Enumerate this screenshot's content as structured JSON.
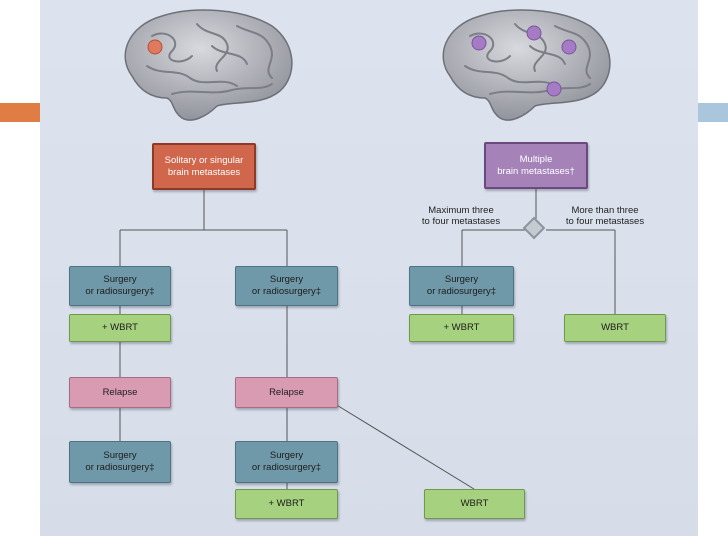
{
  "colors": {
    "accent_orange": "#e07d45",
    "accent_blue": "#a9c6dc",
    "panel": "#d9e0eb",
    "surgery_box": "#6f98a8",
    "wbrt_box": "#a6d17e",
    "relapse_box": "#d89bb2",
    "solitary_box": "#d0664c",
    "multiple_box": "#a583b9",
    "lesion_single": "#e07a5f",
    "lesion_multiple": "#a57bc6"
  },
  "icons": {
    "left_brain": "brain-with-single-lesion-icon",
    "right_brain": "brain-with-multiple-lesions-icon",
    "decision": "decision-diamond-icon"
  },
  "left": {
    "root": "Solitary or singular\nbrain metastases",
    "branch_a": {
      "surgery": "Surgery\nor radiosurgery‡",
      "wbrt": "+ WBRT",
      "relapse": "Relapse",
      "after_relapse": "Surgery\nor radiosurgery‡"
    },
    "branch_b": {
      "surgery": "Surgery\nor radiosurgery‡",
      "relapse": "Relapse",
      "after_relapse": "Surgery\nor radiosurgery‡",
      "after_relapse_wbrt": "+ WBRT",
      "alt_wbrt": "WBRT"
    }
  },
  "right": {
    "root": "Multiple\nbrain metastases†",
    "decision_left": "Maximum three\nto four metastases",
    "decision_right": "More than three\nto four metastases",
    "surgery": "Surgery\nor radiosurgery‡",
    "wbrt": "+ WBRT",
    "wbrt_only": "WBRT"
  }
}
